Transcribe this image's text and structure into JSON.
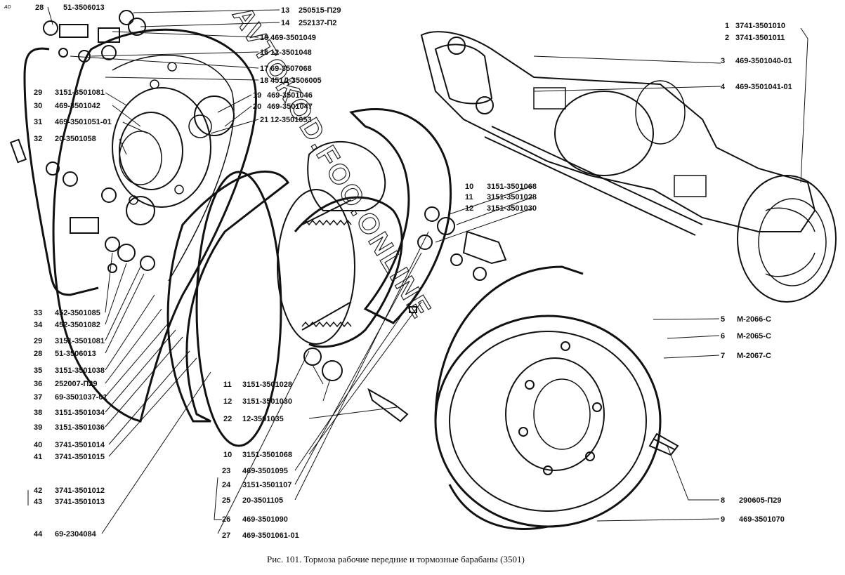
{
  "corner_mark": "AD",
  "caption": "Рис. 101. Тормоза рабочие передние и тормозные барабаны (3501)",
  "watermark": "AVTOKOD.FOO.ONLINE",
  "callouts": [
    {
      "num": "28",
      "code": "51-3506013"
    },
    {
      "num": "13",
      "code": "250515-П29"
    },
    {
      "num": "14",
      "code": "252137-П2"
    },
    {
      "num": "15",
      "code": "469-3501049"
    },
    {
      "num": "16",
      "code": "12-3501048"
    },
    {
      "num": "17",
      "code": "69-3507068"
    },
    {
      "num": "18",
      "code": "451Д-3506005"
    },
    {
      "num": "19",
      "code": "469-3501046"
    },
    {
      "num": "20",
      "code": "469-3501047"
    },
    {
      "num": "21",
      "code": "12-3501053"
    },
    {
      "num": "29",
      "code": "3151-3501081"
    },
    {
      "num": "30",
      "code": "469-3501042"
    },
    {
      "num": "31",
      "code": "469-3501051-01"
    },
    {
      "num": "32",
      "code": "20-3501058"
    },
    {
      "num": "1",
      "code": "3741-3501010"
    },
    {
      "num": "2",
      "code": "3741-3501011"
    },
    {
      "num": "3",
      "code": "469-3501040-01"
    },
    {
      "num": "4",
      "code": "469-3501041-01"
    },
    {
      "num": "10",
      "code": "3151-3501068"
    },
    {
      "num": "11",
      "code": "3151-3501028"
    },
    {
      "num": "12",
      "code": "3151-3501030"
    },
    {
      "num": "33",
      "code": "452-3501085"
    },
    {
      "num": "34",
      "code": "452-3501082"
    },
    {
      "num": "29",
      "code": "3151-3501081"
    },
    {
      "num": "28",
      "code": "51-3506013"
    },
    {
      "num": "35",
      "code": "3151-3501038"
    },
    {
      "num": "36",
      "code": "252007-П29"
    },
    {
      "num": "37",
      "code": "69-3501037-01"
    },
    {
      "num": "38",
      "code": "3151-3501034"
    },
    {
      "num": "39",
      "code": "3151-3501036"
    },
    {
      "num": "40",
      "code": "3741-3501014"
    },
    {
      "num": "41",
      "code": "3741-3501015"
    },
    {
      "num": "42",
      "code": "3741-3501012"
    },
    {
      "num": "43",
      "code": "3741-3501013"
    },
    {
      "num": "44",
      "code": "69-2304084"
    },
    {
      "num": "5",
      "code": "М-2066-С"
    },
    {
      "num": "6",
      "code": "М-2065-С"
    },
    {
      "num": "7",
      "code": "М-2067-С"
    },
    {
      "num": "11",
      "code": "3151-3501028"
    },
    {
      "num": "12",
      "code": "3151-3501030"
    },
    {
      "num": "22",
      "code": "12-3501035"
    },
    {
      "num": "10",
      "code": "3151-3501068"
    },
    {
      "num": "23",
      "code": "469-3501095"
    },
    {
      "num": "24",
      "code": "3151-3501107"
    },
    {
      "num": "25",
      "code": "20-3501105"
    },
    {
      "num": "26",
      "code": "469-3501090"
    },
    {
      "num": "27",
      "code": "469-3501061-01"
    },
    {
      "num": "8",
      "code": "290605-П29"
    },
    {
      "num": "9",
      "code": "469-3501070"
    }
  ]
}
